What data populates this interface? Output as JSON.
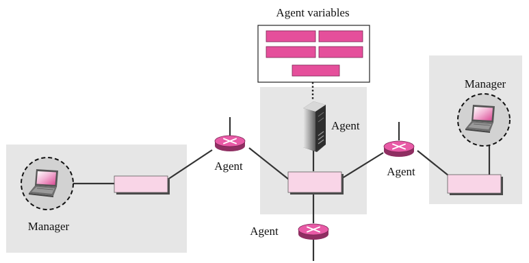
{
  "title": "Agent variables",
  "labels": {
    "manager_left": "Manager",
    "manager_right": "Manager",
    "agent_server": "Agent",
    "agent_router_left": "Agent",
    "agent_router_right": "Agent",
    "agent_router_bottom": "Agent"
  },
  "colors": {
    "panel": "#e6e6e6",
    "switch_fill": "#f9d5e7",
    "router_fill": "#e85aa6",
    "variable_fill": "#e54f9b",
    "manager_circle": "#d2d2d2",
    "line": "#333333"
  },
  "icons": {
    "manager": "laptop-icon",
    "router": "router-icon",
    "agent_host": "server-icon"
  },
  "agent_variables_count": 5
}
